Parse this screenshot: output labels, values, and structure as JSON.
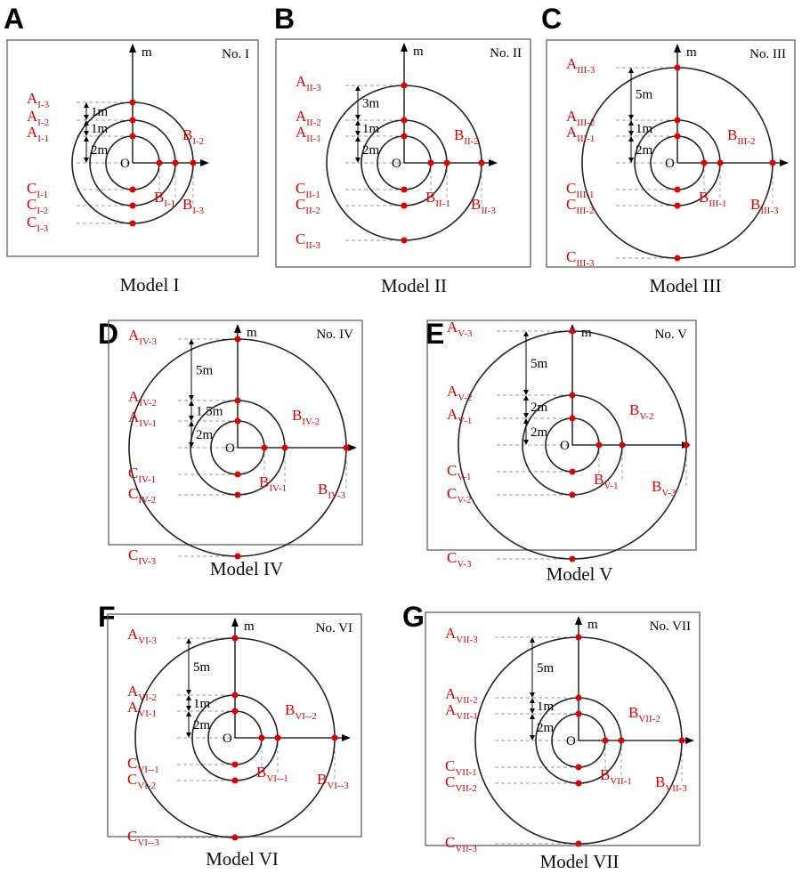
{
  "panels": [
    {
      "letter": "A",
      "caption": "Model I",
      "number": "No. I",
      "axis_label": "m",
      "origin_label": "O",
      "spacings": [
        "1m",
        "1m",
        "2m"
      ],
      "spacing_values": [
        1,
        1,
        2
      ],
      "points": {
        "A": [
          "A",
          "I-1",
          "I-2",
          "I-3"
        ],
        "B": [
          "B",
          "I-1",
          "I-2",
          "I-3"
        ],
        "C": [
          "C",
          "I-1",
          "I-2",
          "I-3"
        ]
      }
    },
    {
      "letter": "B",
      "caption": "Model II",
      "number": "No. II",
      "axis_label": "m",
      "origin_label": "O",
      "spacings": [
        "3m",
        "1m",
        "2m"
      ],
      "spacing_values": [
        3,
        1,
        2
      ],
      "points": {
        "A": [
          "A",
          "II-1",
          "II-2",
          "II-3"
        ],
        "B": [
          "B",
          "II-1",
          "II-2",
          "II-3"
        ],
        "C": [
          "C",
          "II-1",
          "II-2",
          "II-3"
        ]
      }
    },
    {
      "letter": "C",
      "caption": "Model III",
      "number": "No. III",
      "axis_label": "m",
      "origin_label": "O",
      "spacings": [
        "5m",
        "1m",
        "2m"
      ],
      "spacing_values": [
        5,
        1,
        2
      ],
      "points": {
        "A": [
          "A",
          "III-1",
          "III-2",
          "III-3"
        ],
        "B": [
          "B",
          "III-1",
          "III-2",
          "III-3"
        ],
        "C": [
          "C",
          "III-1",
          "III-2",
          "III-3"
        ]
      }
    },
    {
      "letter": "D",
      "caption": "Model IV",
      "number": "No. IV",
      "axis_label": "m",
      "origin_label": "O",
      "spacings": [
        "5m",
        "1.5m",
        "2m"
      ],
      "spacing_values": [
        5,
        1.5,
        2
      ],
      "points": {
        "A": [
          "A",
          "IV-1",
          "IV-2",
          "IV-3"
        ],
        "B": [
          "B",
          "IV-1",
          "IV-2",
          "IV-3"
        ],
        "C": [
          "C",
          "IV-1",
          "IV-2",
          "IV-3"
        ]
      }
    },
    {
      "letter": "E",
      "caption": "Model V",
      "number": "No. V",
      "axis_label": "m",
      "origin_label": "O",
      "spacings": [
        "5m",
        "2m",
        "2m"
      ],
      "spacing_values": [
        5,
        2,
        2
      ],
      "points": {
        "A": [
          "A",
          "V-1",
          "V-2",
          "V-3"
        ],
        "B": [
          "B",
          "V-1",
          "V-2",
          "V-3"
        ],
        "C": [
          "C",
          "V-1",
          "V-2",
          "V-3"
        ]
      }
    },
    {
      "letter": "F",
      "caption": "Model VI",
      "number": "No. VI",
      "axis_label": "m",
      "origin_label": "O",
      "spacings": [
        "5m",
        "1m",
        "2m"
      ],
      "spacing_values": [
        5,
        1,
        2
      ],
      "points": {
        "A": [
          "A",
          "VI-1",
          "VI-2",
          "VI-3"
        ],
        "B": [
          "B",
          "VI--1",
          "VI--2",
          "VI--3"
        ],
        "C": [
          "C",
          "VI--1",
          "VI-2",
          "VI--3"
        ]
      }
    },
    {
      "letter": "G",
      "caption": "Model VII",
      "number": "No. VII",
      "axis_label": "m",
      "origin_label": "O",
      "spacings": [
        "5m",
        "1m",
        "2m"
      ],
      "spacing_values": [
        5,
        1,
        2
      ],
      "points": {
        "A": [
          "A",
          "VII-1",
          "VII-2",
          "VII-3"
        ],
        "B": [
          "B",
          "VII-1",
          "VII-2",
          "VII-3"
        ],
        "C": [
          "C",
          "VII-1",
          "VII-2",
          "VII-3"
        ]
      }
    }
  ],
  "colors": {
    "point": "#e00000",
    "label": "#e00000",
    "line": "#222222"
  }
}
